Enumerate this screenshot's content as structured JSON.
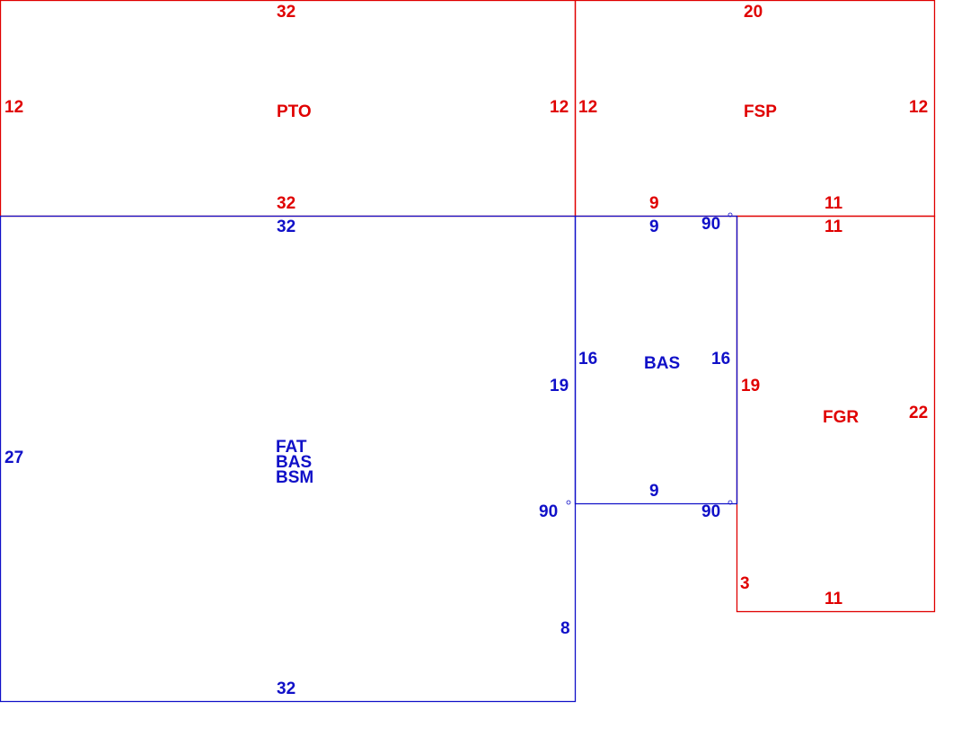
{
  "colors": {
    "upper_level": "#e00000",
    "main_level": "#1010c8"
  },
  "areas": {
    "pto": {
      "label": "PTO",
      "top": "32",
      "bottom": "32",
      "left": "12",
      "right": "12"
    },
    "fsp": {
      "label": "FSP",
      "top": "20",
      "bottom_left": "9",
      "bottom_right": "11",
      "left": "12",
      "right": "12"
    },
    "fgr": {
      "label": "FGR",
      "top": "11",
      "left": "19",
      "right": "22",
      "bottom": "11",
      "left_lower": "3"
    },
    "bas_small": {
      "label": "BAS",
      "top": "9",
      "bottom": "9",
      "left": "16",
      "right": "16",
      "angle_top_right": "90",
      "angle_bottom_right": "90"
    },
    "main": {
      "label_line1": "FAT",
      "label_line2": "BAS",
      "label_line3": "BSM",
      "top": "32",
      "bottom": "32",
      "left": "27",
      "right_upper": "19",
      "right_lower": "8",
      "angle_inner": "90"
    }
  }
}
